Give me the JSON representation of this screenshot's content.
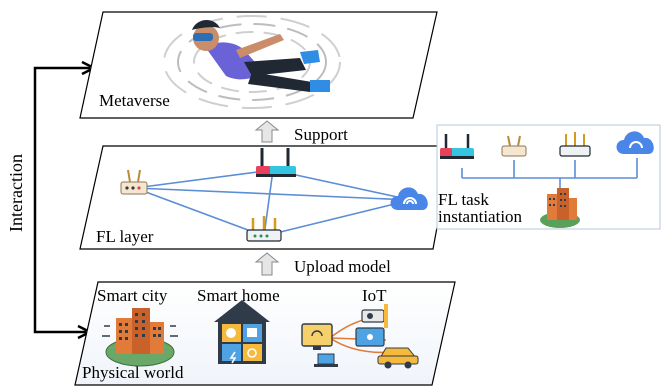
{
  "side_label": "Interaction",
  "layers": {
    "metaverse": "Metaverse",
    "fl": "FL layer",
    "physical": "Physical world"
  },
  "arrows": {
    "support": "Support",
    "upload": "Upload model"
  },
  "task_panel": {
    "label_line1": "FL task",
    "label_line2": "instantiation"
  },
  "physical_items": {
    "smart_city": "Smart city",
    "smart_home": "Smart home",
    "iot": "IoT"
  },
  "colors": {
    "link": "#5b8ed6",
    "cloud": "#4a86e8",
    "router_accent": "#e8415a",
    "router_cyan": "#36c5e0",
    "layer_border": "#000000",
    "arrow_fill": "#e6e6e6"
  }
}
